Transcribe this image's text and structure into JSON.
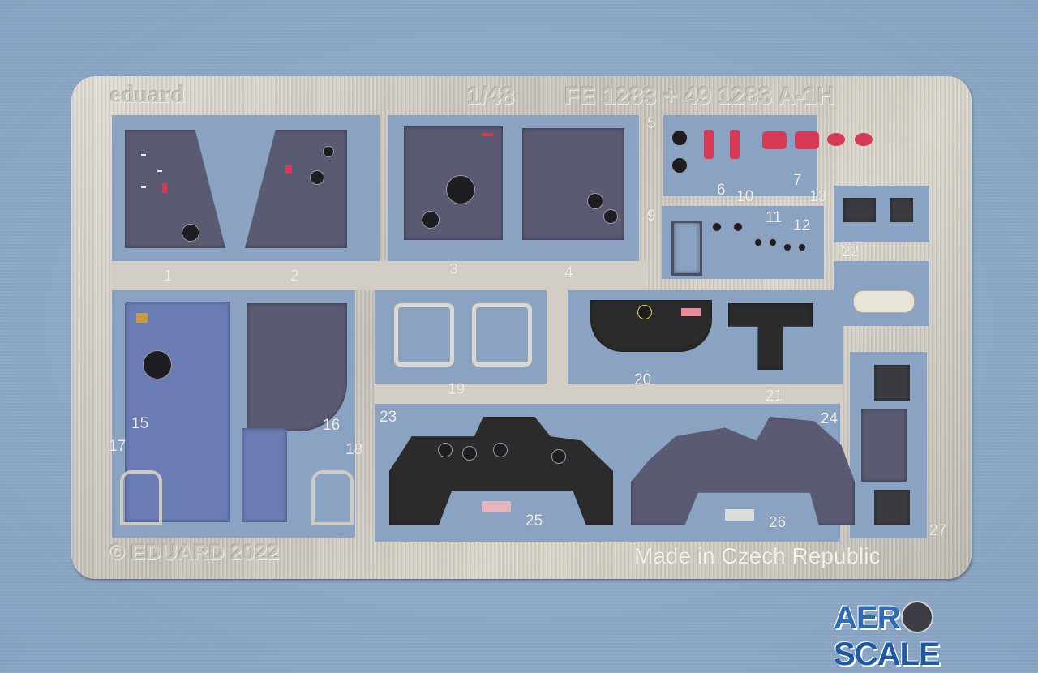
{
  "fret": {
    "brand_mark": "eduard",
    "scale": "1/48",
    "product_code": "FE 1283 + 49 1283 A-1H",
    "copyright": "© EDUARD 2022",
    "origin": "Made in Czech Republic"
  },
  "parts": [
    "1",
    "2",
    "3",
    "4",
    "5",
    "6",
    "7",
    "9",
    "10",
    "11",
    "12",
    "13",
    "15",
    "16",
    "17",
    "18",
    "19",
    "20",
    "21",
    "22",
    "23",
    "24",
    "25",
    "26",
    "27"
  ],
  "watermark": {
    "left": "AER",
    "right": "SCALE"
  },
  "colors": {
    "background": "#8fa9c8",
    "metal": "#d2cec5",
    "panel": "#5a5a72",
    "watermark": "#2e6bb4"
  }
}
